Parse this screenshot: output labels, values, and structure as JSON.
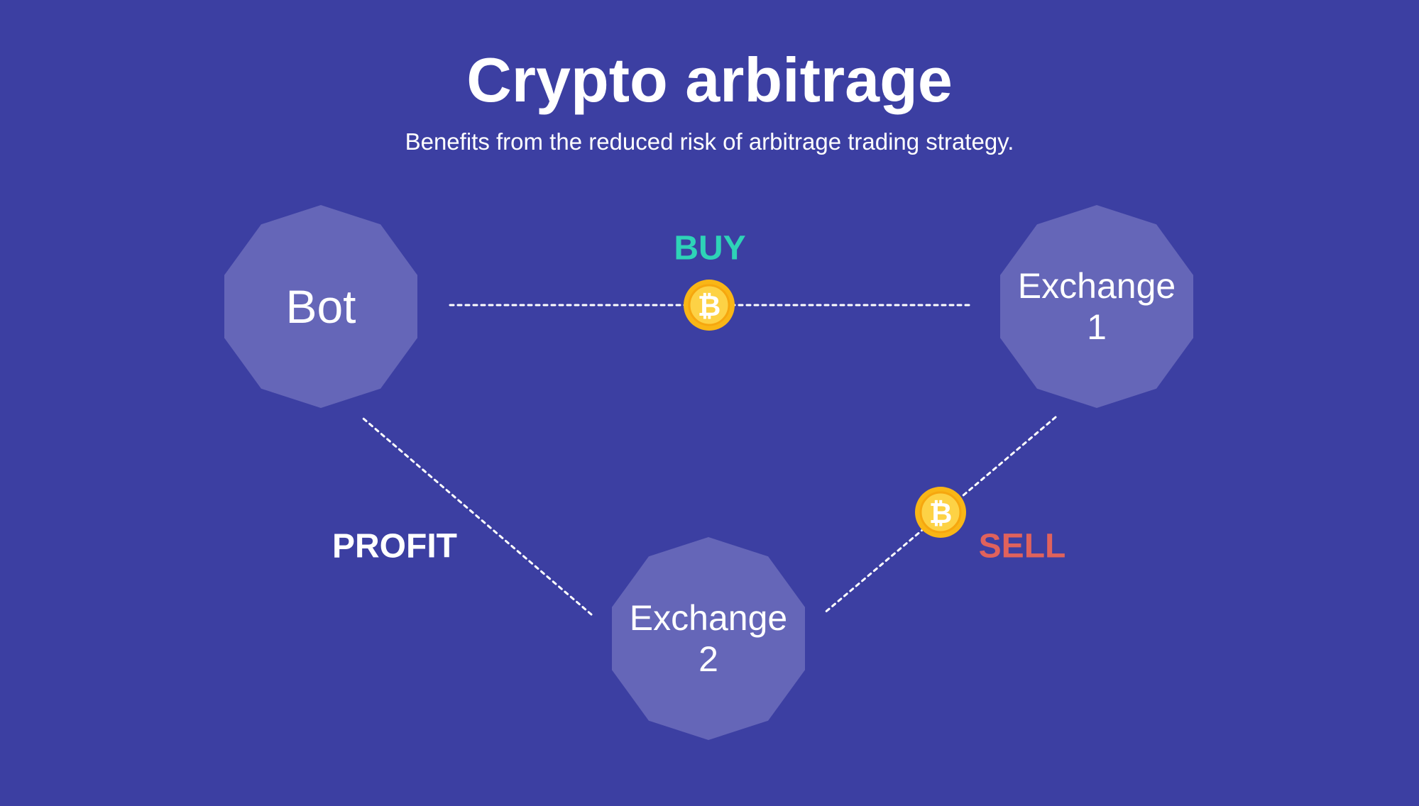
{
  "title": "Crypto arbitrage",
  "subtitle": "Benefits from the reduced risk of arbitrage trading strategy.",
  "nodes": [
    {
      "id": "bot",
      "lines": [
        "Bot"
      ]
    },
    {
      "id": "exchange-1",
      "lines": [
        "Exchange",
        "1"
      ]
    },
    {
      "id": "exchange-2",
      "lines": [
        "Exchange",
        "2"
      ]
    }
  ],
  "connections": [
    {
      "id": "buy",
      "from": "bot",
      "to": "exchange-1",
      "label": "BUY",
      "label_color": "#2ed3b7",
      "has_coin": true
    },
    {
      "id": "sell",
      "from": "exchange-1",
      "to": "exchange-2",
      "label": "SELL",
      "label_color": "#e0625c",
      "has_coin": true
    },
    {
      "id": "profit",
      "from": "exchange-2",
      "to": "bot",
      "label": "PROFIT",
      "label_color": "#ffffff",
      "has_coin": false
    }
  ],
  "coin": {
    "symbol": "₿",
    "icon": "bitcoin-coin-icon"
  },
  "colors": {
    "background": "#3c3fa2",
    "node_fill": "#6566b8",
    "connector": "#ffffff",
    "coin_gold": "#f9b616",
    "coin_inner": "#fdd245"
  }
}
